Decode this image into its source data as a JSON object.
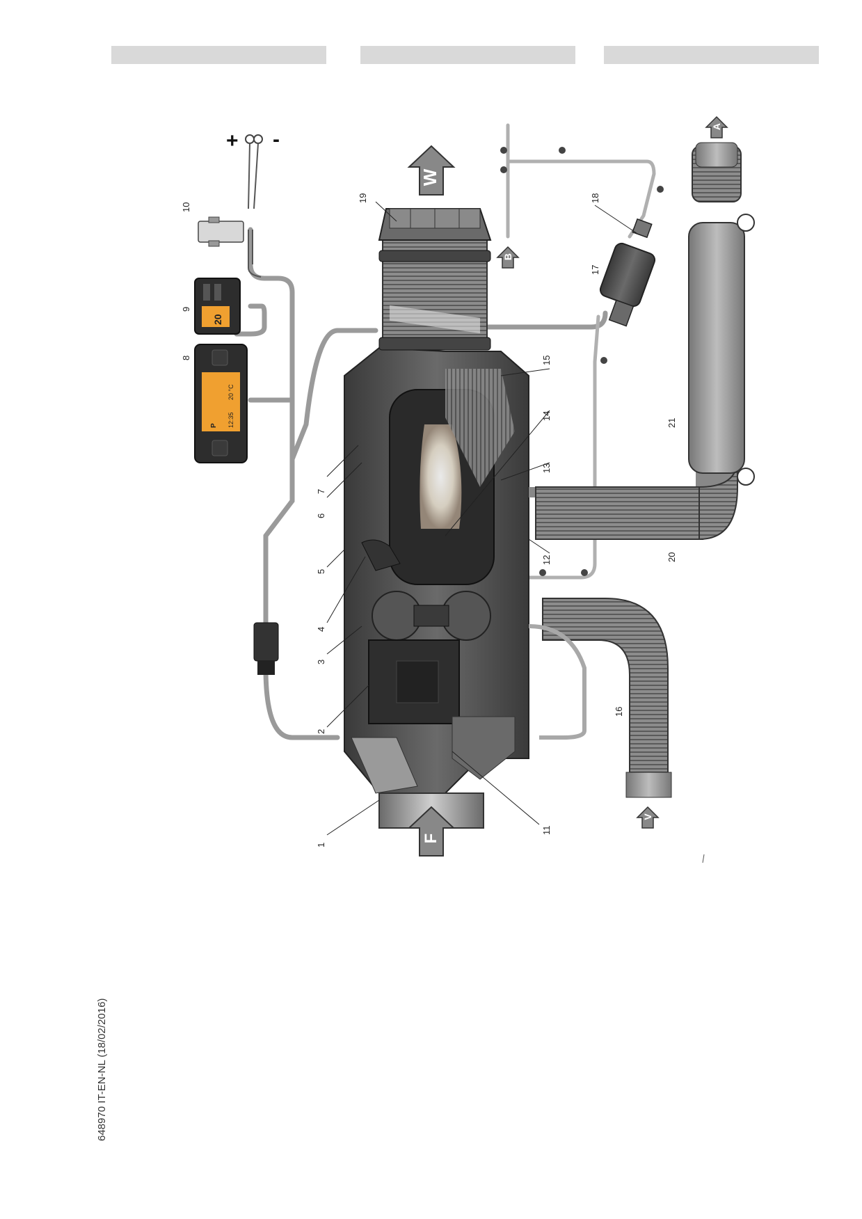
{
  "document": {
    "code": "648970 IT-EN-NL (18/02/2016)"
  },
  "diagram": {
    "part_numbers": [
      "1",
      "2",
      "3",
      "4",
      "5",
      "6",
      "7",
      "8",
      "9",
      "10",
      "11",
      "12",
      "13",
      "14",
      "15",
      "16",
      "17",
      "18",
      "19",
      "20",
      "21"
    ],
    "arrow_labels": {
      "fresh_air": "F",
      "warm_air": "W",
      "fuel": "B",
      "combustion_air": "V",
      "exhaust": "A"
    },
    "battery": {
      "plus": "+",
      "minus": "-"
    },
    "controller_8": {
      "mode_letter": "P",
      "clock": "12:35",
      "temperature": "20 °C"
    },
    "controller_9": {
      "display_value": "20"
    },
    "colors": {
      "heater_body": "#4a4a4a",
      "heater_light": "#8a8a8a",
      "display_orange": "#f0a030",
      "hose_gray": "#9a9a9a",
      "pipe": "#b8b8b8"
    }
  }
}
